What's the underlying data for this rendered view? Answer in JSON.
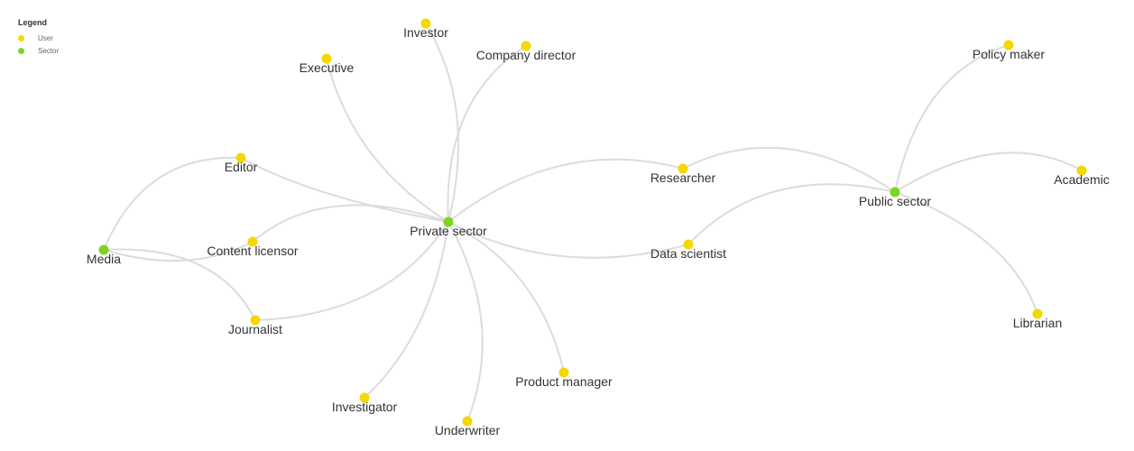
{
  "legend": {
    "title": "Legend",
    "items": [
      {
        "label": "User",
        "type": "user",
        "color": "#f5d800"
      },
      {
        "label": "Sector",
        "type": "sector",
        "color": "#7ed321"
      }
    ]
  },
  "colors": {
    "user": "#f5d800",
    "sector": "#7ed321",
    "edge": "#dcdcdc"
  },
  "nodes": [
    {
      "id": "private",
      "label": "Private sector",
      "type": "sector"
    },
    {
      "id": "public",
      "label": "Public sector",
      "type": "sector"
    },
    {
      "id": "media",
      "label": "Media",
      "type": "sector"
    },
    {
      "id": "investor",
      "label": "Investor",
      "type": "user"
    },
    {
      "id": "company_director",
      "label": "Company director",
      "type": "user"
    },
    {
      "id": "executive",
      "label": "Executive",
      "type": "user"
    },
    {
      "id": "editor",
      "label": "Editor",
      "type": "user"
    },
    {
      "id": "content_licensor",
      "label": "Content licensor",
      "type": "user"
    },
    {
      "id": "journalist",
      "label": "Journalist",
      "type": "user"
    },
    {
      "id": "investigator",
      "label": "Investigator",
      "type": "user"
    },
    {
      "id": "underwriter",
      "label": "Underwriter",
      "type": "user"
    },
    {
      "id": "product_manager",
      "label": "Product manager",
      "type": "user"
    },
    {
      "id": "researcher",
      "label": "Researcher",
      "type": "user"
    },
    {
      "id": "data_scientist",
      "label": "Data scientist",
      "type": "user"
    },
    {
      "id": "policy_maker",
      "label": "Policy maker",
      "type": "user"
    },
    {
      "id": "academic",
      "label": "Academic",
      "type": "user"
    },
    {
      "id": "librarian",
      "label": "Librarian",
      "type": "user"
    }
  ],
  "edges": [
    {
      "source": "private",
      "target": "investor"
    },
    {
      "source": "private",
      "target": "company_director"
    },
    {
      "source": "private",
      "target": "executive"
    },
    {
      "source": "private",
      "target": "editor"
    },
    {
      "source": "private",
      "target": "content_licensor"
    },
    {
      "source": "private",
      "target": "journalist"
    },
    {
      "source": "private",
      "target": "investigator"
    },
    {
      "source": "private",
      "target": "underwriter"
    },
    {
      "source": "private",
      "target": "product_manager"
    },
    {
      "source": "private",
      "target": "researcher"
    },
    {
      "source": "private",
      "target": "data_scientist"
    },
    {
      "source": "media",
      "target": "editor"
    },
    {
      "source": "media",
      "target": "content_licensor"
    },
    {
      "source": "media",
      "target": "journalist"
    },
    {
      "source": "public",
      "target": "researcher"
    },
    {
      "source": "public",
      "target": "data_scientist"
    },
    {
      "source": "public",
      "target": "policy_maker"
    },
    {
      "source": "public",
      "target": "academic"
    },
    {
      "source": "public",
      "target": "librarian"
    }
  ]
}
